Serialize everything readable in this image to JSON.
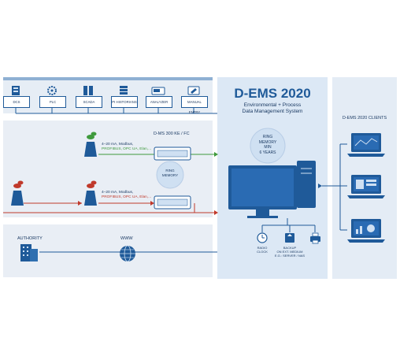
{
  "sources": [
    {
      "label": "DCS",
      "icon": "dcs-cabinet-icon"
    },
    {
      "label": "PLC",
      "icon": "plc-gear-icon"
    },
    {
      "label": "SCADA",
      "icon": "scada-server-icon"
    },
    {
      "label": "PI HISTORIANS",
      "icon": "historian-server-icon"
    },
    {
      "label": "ANALYZER",
      "icon": "analyzer-icon"
    },
    {
      "label": "MANUAL ENTRY",
      "icon": "manual-entry-icon"
    }
  ],
  "dems300": {
    "label": "D-MS 300 KE / FC"
  },
  "protocol_green": {
    "line1": "4–20 mA, Modbus,",
    "line2": "PROFIBUS, OPC UA, Elan,..."
  },
  "protocol_red": {
    "line1": "4–20 mA, Modbus,",
    "line2": "PROFIBUS, OPC UA, Elan,..."
  },
  "ring_small": {
    "line1": "RING",
    "line2": "MEMORY"
  },
  "authority": {
    "label": "AUTHORITY"
  },
  "www": {
    "label": "WWW"
  },
  "main": {
    "title": "D-EMS 2020",
    "subtitle1": "Environmental + Process",
    "subtitle2": "Data Management System"
  },
  "ring_big": {
    "line1": "RING",
    "line2": "MEMORY",
    "line3": "MIN",
    "line4": "6 YEARS"
  },
  "peripherals": {
    "radio": {
      "line1": "RADIO",
      "line2": "CLOCK"
    },
    "backup": {
      "line1": "BACKUP",
      "line2": "ON EXT. MEDIUM",
      "line3": "E.G.: SERVER / NAS"
    }
  },
  "clients": {
    "title": "D-EMS 2020 CLIENTS"
  },
  "colors": {
    "blue": "#1f5a99",
    "green": "#3f9a3d",
    "red": "#c0392b",
    "panel": "#dfe9f5",
    "band": "#e9eef5"
  }
}
